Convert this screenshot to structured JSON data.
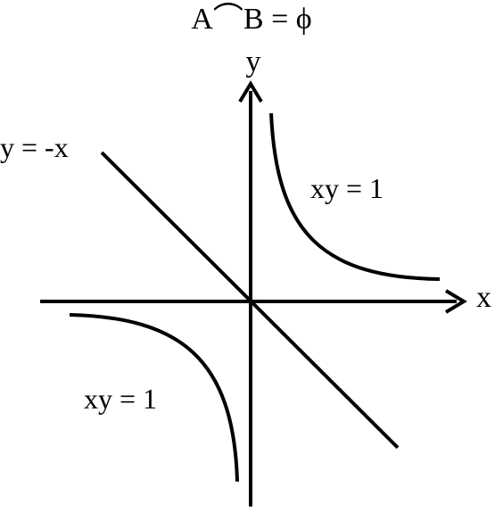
{
  "diagram": {
    "title": "A⌒B = ϕ",
    "x_axis_label": "x",
    "y_axis_label": "y",
    "line_label": "y = -x",
    "curve_upper_label": "xy = 1",
    "curve_lower_label": "xy = 1",
    "stroke_color": "#000000",
    "background_color": "#ffffff"
  }
}
